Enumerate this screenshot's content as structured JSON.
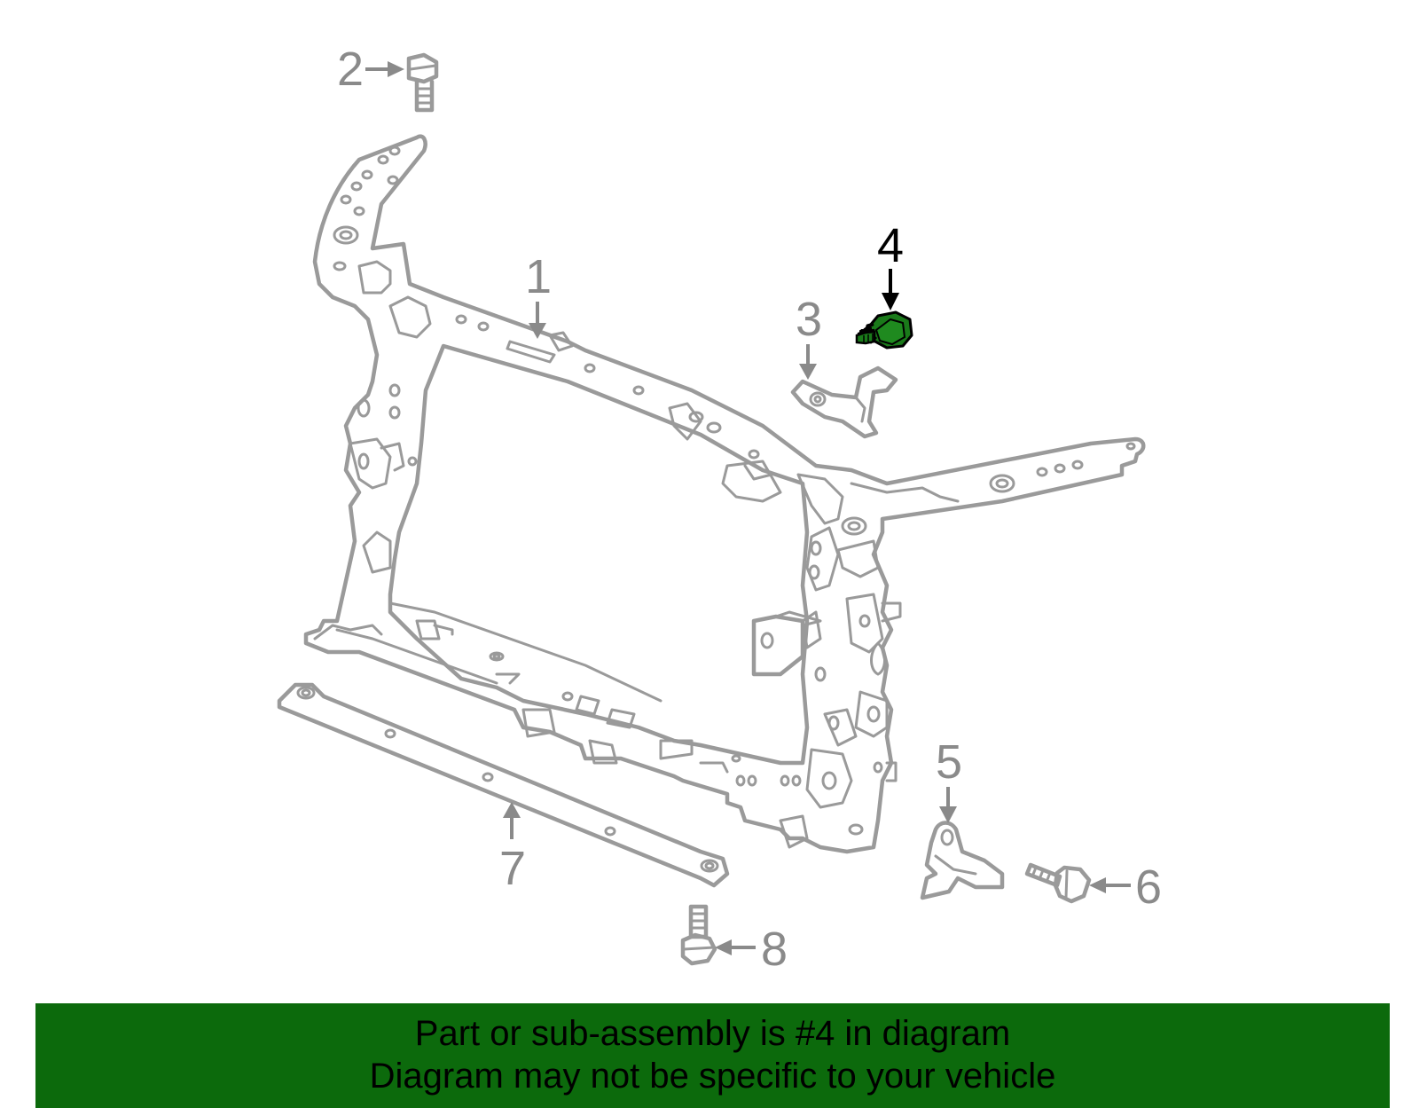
{
  "diagram": {
    "callouts": [
      {
        "id": "1",
        "label": "1"
      },
      {
        "id": "2",
        "label": "2"
      },
      {
        "id": "3",
        "label": "3"
      },
      {
        "id": "4",
        "label": "4"
      },
      {
        "id": "5",
        "label": "5"
      },
      {
        "id": "6",
        "label": "6"
      },
      {
        "id": "7",
        "label": "7"
      },
      {
        "id": "8",
        "label": "8"
      }
    ],
    "highlighted_part": "4",
    "colors": {
      "line_art": "#9a9a9a",
      "highlight_fill": "#1a7a1a",
      "banner_background": "#0c6a0c",
      "banner_text": "#000000"
    }
  },
  "banner": {
    "line1": "Part or sub-assembly is #4 in diagram",
    "line2": "Diagram may not be specific to your vehicle"
  }
}
